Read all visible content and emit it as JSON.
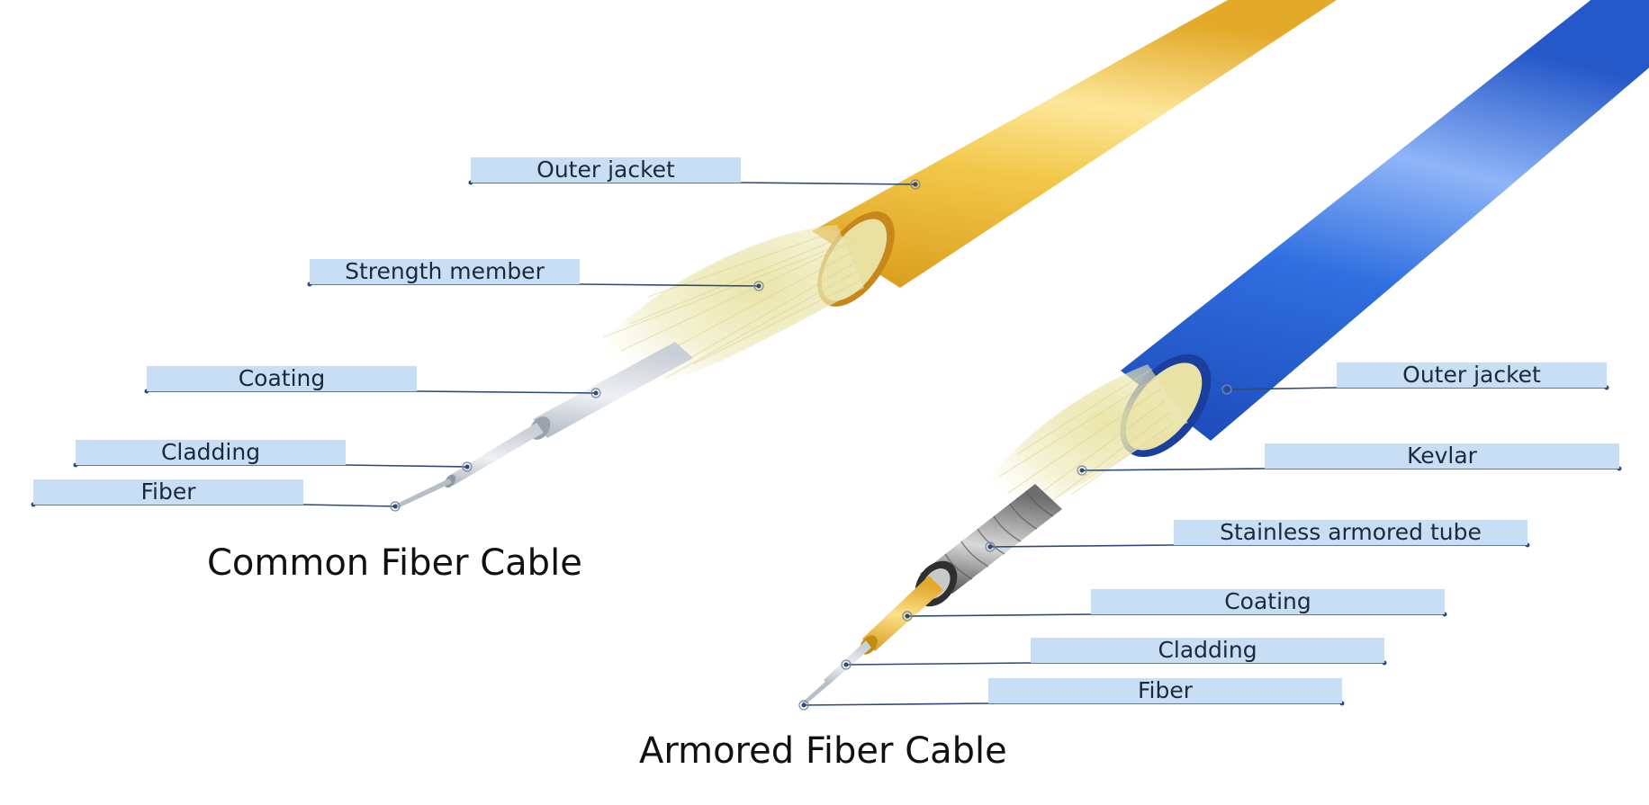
{
  "colors": {
    "label_fill": "#c8def5",
    "leader_line": "#2e4a7a",
    "common_jacket": "#f0c43c",
    "armored_jacket": "#2f6fe0",
    "strength_fibers": "#ece8b0",
    "armor_steel": "#8a8a8a",
    "inner_coating_gold": "#f0c43c"
  },
  "common_cable": {
    "caption": "Common Fiber Cable",
    "labels": [
      {
        "key": "outer_jacket",
        "text": "Outer jacket"
      },
      {
        "key": "strength_member",
        "text": "Strength member"
      },
      {
        "key": "coating",
        "text": "Coating"
      },
      {
        "key": "cladding",
        "text": "Cladding"
      },
      {
        "key": "fiber",
        "text": "Fiber"
      }
    ]
  },
  "armored_cable": {
    "caption": "Armored Fiber Cable",
    "labels": [
      {
        "key": "outer_jacket",
        "text": "Outer jacket"
      },
      {
        "key": "kevlar",
        "text": "Kevlar"
      },
      {
        "key": "stainless_armored_tube",
        "text": "Stainless armored tube"
      },
      {
        "key": "coating",
        "text": "Coating"
      },
      {
        "key": "cladding",
        "text": "Cladding"
      },
      {
        "key": "fiber",
        "text": "Fiber"
      }
    ]
  }
}
